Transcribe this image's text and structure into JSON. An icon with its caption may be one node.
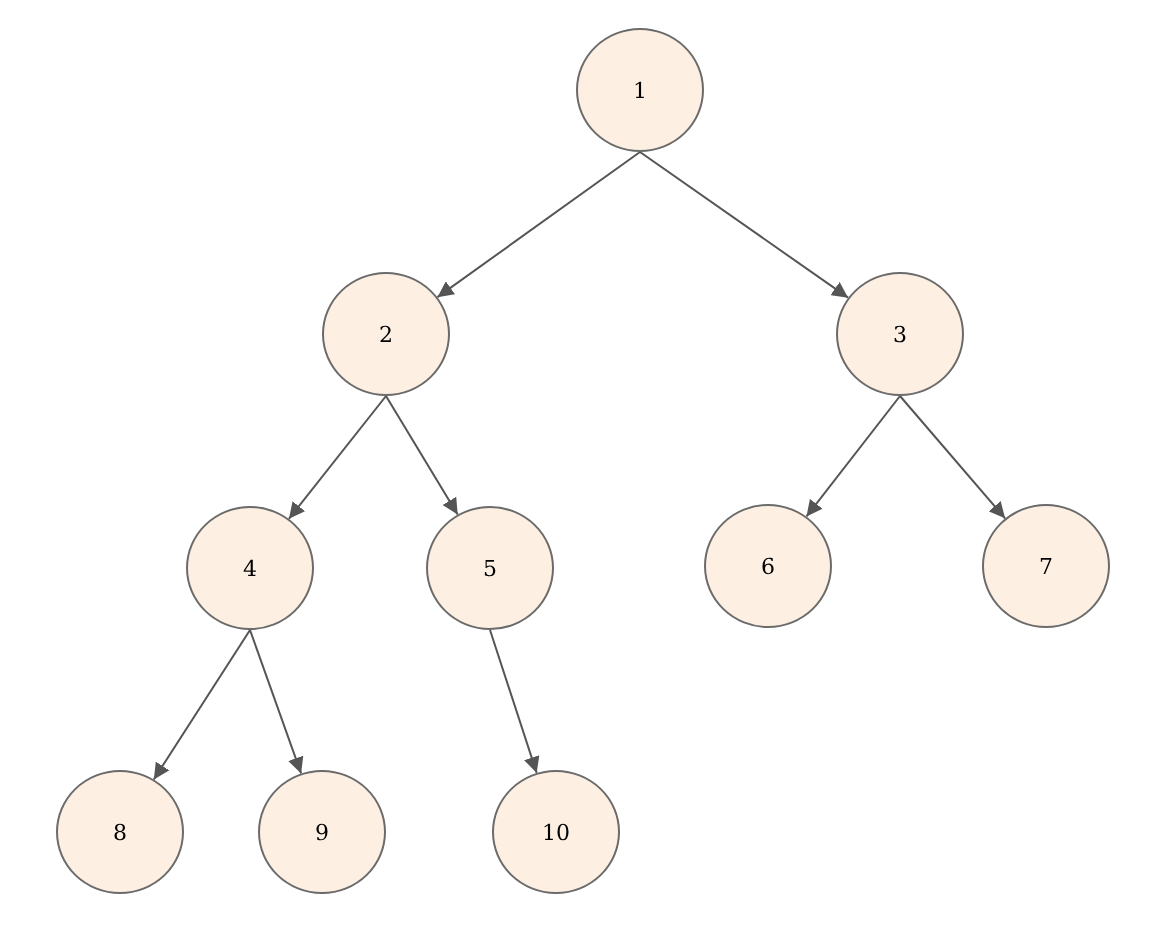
{
  "diagram": {
    "nodes": [
      {
        "text": [
          "1"
        ]
      },
      {
        "text": [
          "2"
        ]
      },
      {
        "text": [
          "3"
        ]
      },
      {
        "text": [
          "4"
        ]
      },
      {
        "text": [
          "5"
        ]
      },
      {
        "text": [
          "6"
        ]
      },
      {
        "text": [
          "7"
        ]
      },
      {
        "text": [
          "8"
        ]
      },
      {
        "text": [
          "9"
        ]
      },
      {
        "text": [
          "10"
        ]
      }
    ],
    "edges": [
      {
        "from": 0,
        "to": 1,
        "arrow": "to"
      },
      {
        "from": 0,
        "to": 2,
        "arrow": "to"
      },
      {
        "from": 1,
        "to": 3,
        "arrow": "to"
      },
      {
        "from": 1,
        "to": 4,
        "arrow": "to"
      },
      {
        "from": 2,
        "to": 5,
        "arrow": "to"
      },
      {
        "from": 2,
        "to": 6,
        "arrow": "to"
      },
      {
        "from": 3,
        "to": 7,
        "arrow": "to"
      },
      {
        "from": 3,
        "to": 8,
        "arrow": "to"
      },
      {
        "from": 4,
        "to": 9,
        "arrow": "to"
      }
    ]
  }
}
